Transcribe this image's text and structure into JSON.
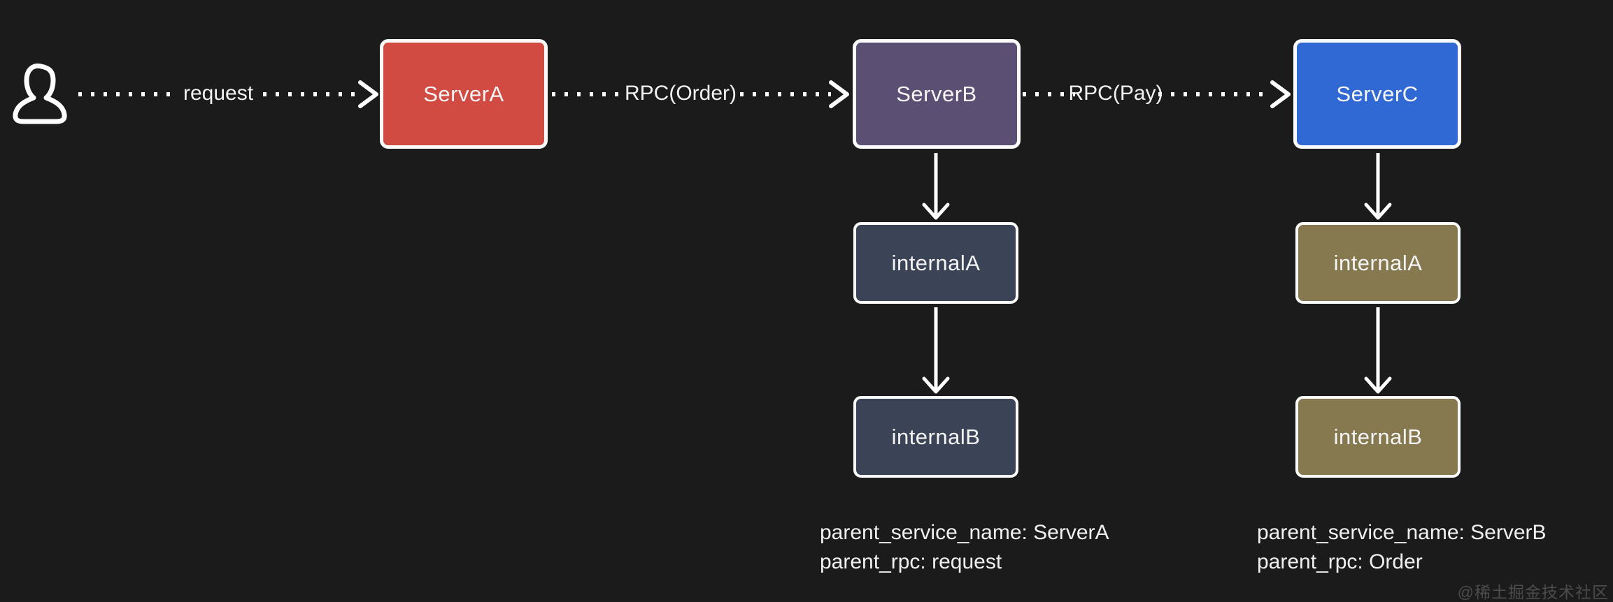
{
  "canvas": {
    "background_color": "#1b1b1b",
    "border_color": "#fbfbfb",
    "text_color": "#f5f5f5"
  },
  "actor": {
    "icon": "person-icon",
    "color": "#ffffff"
  },
  "nodes": [
    {
      "id": "serverA",
      "label": "ServerA",
      "color": "#d14b42"
    },
    {
      "id": "serverB",
      "label": "ServerB",
      "color": "#5b4f74"
    },
    {
      "id": "serverC",
      "label": "ServerC",
      "color": "#3069d3"
    },
    {
      "id": "internalA-b",
      "label": "internalA",
      "color": "#3b4456"
    },
    {
      "id": "internalB-b",
      "label": "internalB",
      "color": "#3b4456"
    },
    {
      "id": "internalA-c",
      "label": "internalA",
      "color": "#867950"
    },
    {
      "id": "internalB-c",
      "label": "internalB",
      "color": "#867950"
    }
  ],
  "edges": [
    {
      "id": "user-to-serverA",
      "label": "request",
      "style": "dotted"
    },
    {
      "id": "serverA-to-serverB",
      "label": "RPC(Order)",
      "style": "dotted"
    },
    {
      "id": "serverB-to-serverC",
      "label": "RPC(Pay)",
      "style": "dotted"
    },
    {
      "id": "serverB-to-internalA",
      "label": "",
      "style": "solid"
    },
    {
      "id": "internalA-to-internalB",
      "label": "",
      "style": "solid"
    },
    {
      "id": "serverC-to-internalA",
      "label": "",
      "style": "solid"
    },
    {
      "id": "internalA-to-internalB-c",
      "label": "",
      "style": "solid"
    }
  ],
  "annotations": [
    {
      "lines": [
        "parent_service_name: ServerA",
        "parent_rpc: request"
      ]
    },
    {
      "lines": [
        "parent_service_name: ServerB",
        "parent_rpc: Order"
      ]
    }
  ],
  "watermark": "@稀土掘金技术社区"
}
